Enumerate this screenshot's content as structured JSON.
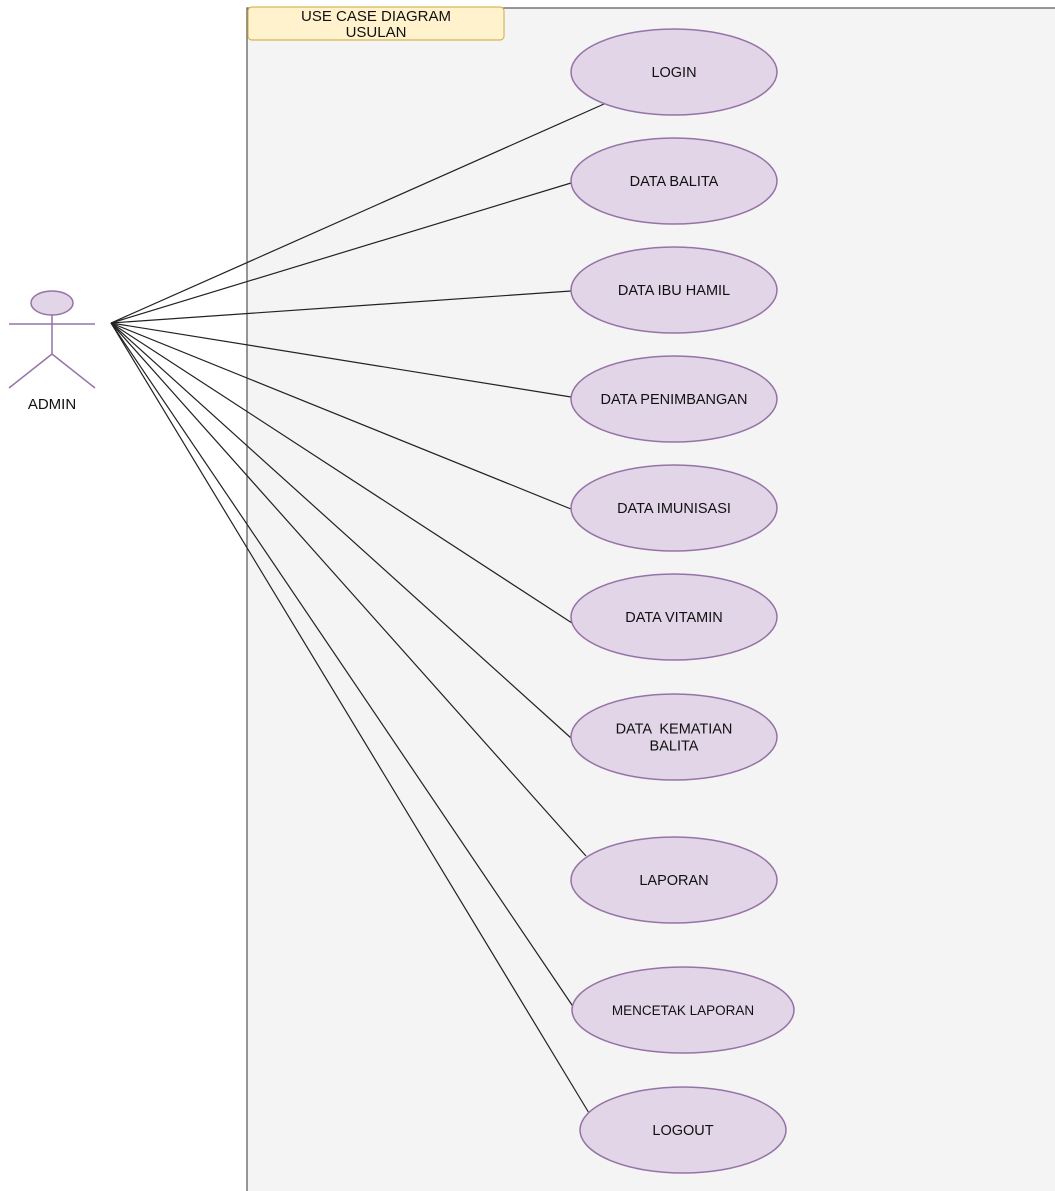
{
  "colors": {
    "boundary_fill": "#f4f4f4",
    "boundary_stroke": "#555555",
    "note_fill": "#fff2cc",
    "note_stroke": "#d6b656",
    "actor_fill": "#e1d5e7",
    "actor_stroke": "#9673a6",
    "usecase_fill": "#e1d5e7",
    "usecase_stroke": "#9673a6",
    "line": "#222222"
  },
  "title_note": {
    "lines": [
      "USE CASE DIAGRAM",
      "USULAN"
    ]
  },
  "actor": {
    "label": "ADMIN",
    "icon": "stick-figure-actor-icon"
  },
  "use_cases": [
    {
      "id": "login",
      "lines": [
        "LOGIN"
      ]
    },
    {
      "id": "data-balita",
      "lines": [
        "DATA BALITA"
      ]
    },
    {
      "id": "data-ibu-hamil",
      "lines": [
        "DATA IBU HAMIL"
      ]
    },
    {
      "id": "data-penimbangan",
      "lines": [
        "DATA PENIMBANGAN"
      ]
    },
    {
      "id": "data-imunisasi",
      "lines": [
        "DATA IMUNISASI"
      ]
    },
    {
      "id": "data-vitamin",
      "lines": [
        "DATA VITAMIN"
      ]
    },
    {
      "id": "data-kematian-balita",
      "lines": [
        "DATA  KEMATIAN",
        "BALITA"
      ]
    },
    {
      "id": "laporan",
      "lines": [
        "LAPORAN"
      ]
    },
    {
      "id": "mencetak-laporan",
      "lines": [
        "MENCETAK LAPORAN"
      ]
    },
    {
      "id": "logout",
      "lines": [
        "LOGOUT"
      ]
    }
  ]
}
